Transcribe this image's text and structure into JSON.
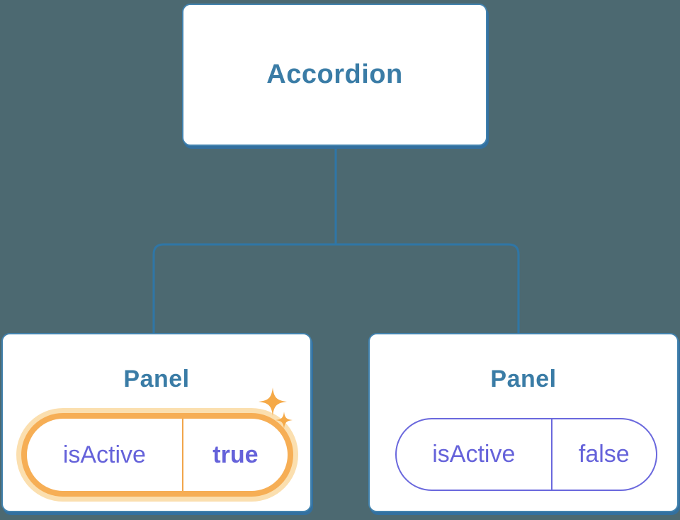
{
  "colors": {
    "background": "#4C6971",
    "box-border": "#4282AE",
    "box-shadow": "#33709F",
    "connector": "#2F76A6",
    "title-text": "#3A7CA6",
    "state-text": "#6562DA",
    "active-ring": "#F6AE55",
    "active-glow": "#FBDFAF",
    "active-divider": "#F1A54B",
    "inactive-border": "#6A68DD",
    "sparkle": "#F5A947"
  },
  "tree": {
    "root": {
      "label": "Accordion"
    },
    "children": [
      {
        "label": "Panel",
        "highlighted": true,
        "state": {
          "name": "isActive",
          "value": "true"
        }
      },
      {
        "label": "Panel",
        "highlighted": false,
        "state": {
          "name": "isActive",
          "value": "false"
        }
      }
    ]
  }
}
